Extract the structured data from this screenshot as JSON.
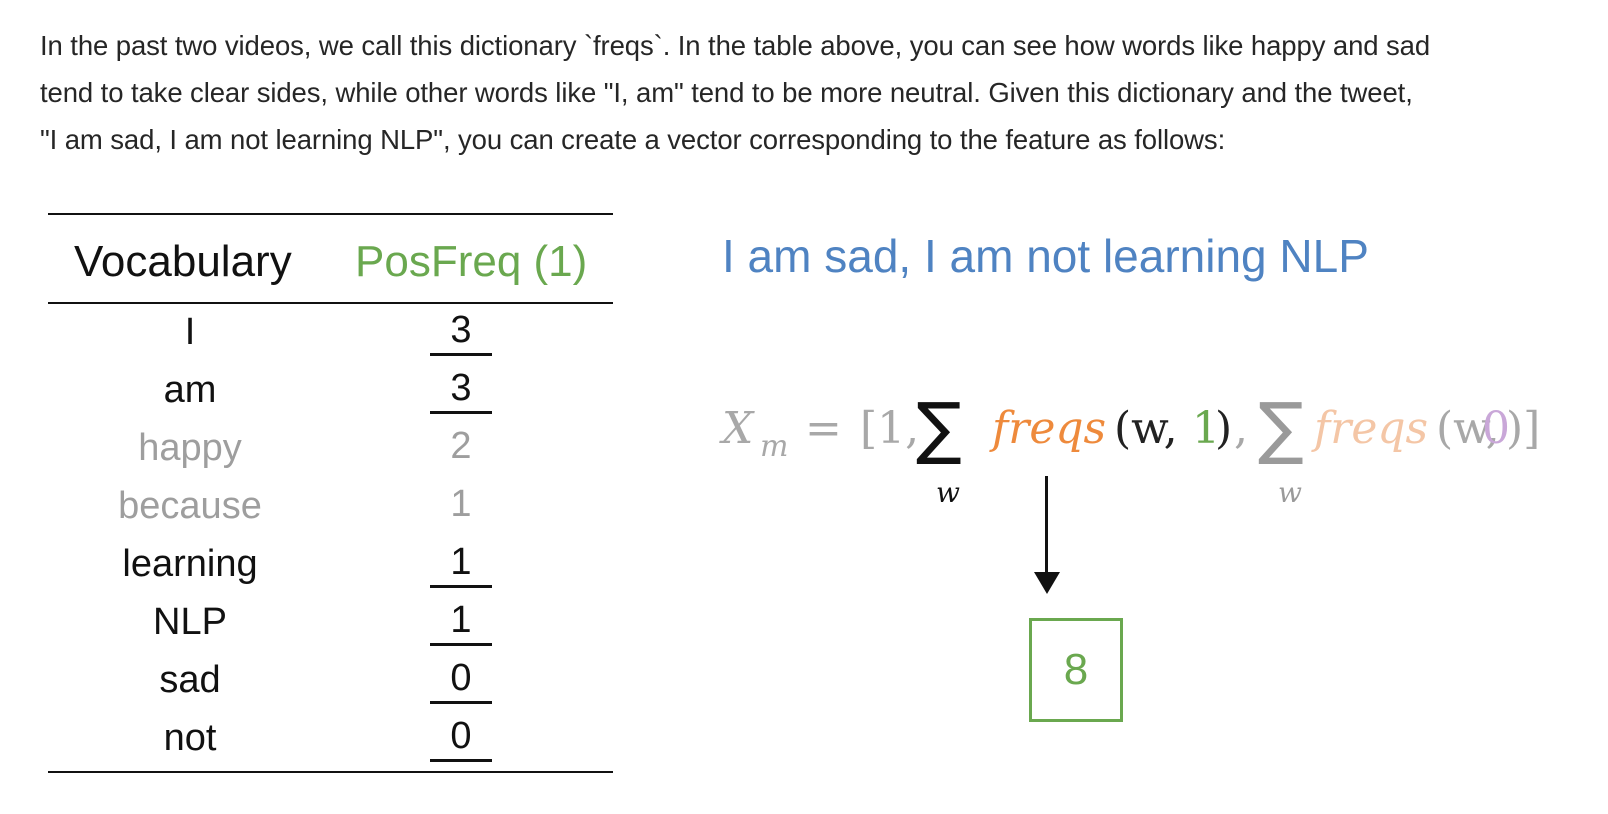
{
  "intro": {
    "line1": "In the past two videos, we call this dictionary `freqs`. In the table above, you can see how words like happy and sad",
    "line2": "tend to take clear sides, while other words like \"I, am\" tend to be more neutral. Given this dictionary and the tweet,",
    "line3": "\"I am sad, I am not learning NLP\", you can create a vector corresponding to the feature as follows:"
  },
  "table": {
    "headers": [
      "Vocabulary",
      "PosFreq (1)"
    ],
    "rows": [
      {
        "word": "I",
        "count": "3",
        "in_tweet": true
      },
      {
        "word": "am",
        "count": "3",
        "in_tweet": true
      },
      {
        "word": "happy",
        "count": "2",
        "in_tweet": false
      },
      {
        "word": "because",
        "count": "1",
        "in_tweet": false
      },
      {
        "word": "learning",
        "count": "1",
        "in_tweet": true
      },
      {
        "word": "NLP",
        "count": "1",
        "in_tweet": true
      },
      {
        "word": "sad",
        "count": "0",
        "in_tweet": true
      },
      {
        "word": "not",
        "count": "0",
        "in_tweet": true
      }
    ]
  },
  "tweet": "I am sad, I am not learning NLP",
  "formula": {
    "x": "X",
    "m": "m",
    "eq": "=",
    "open": "[1,",
    "sum": "∑",
    "w": "w",
    "freqs": "freqs",
    "arg1": "(w,",
    "one": "1",
    "close1": ")",
    "comma": ",",
    "arg2": "(w,",
    "zero": "0",
    "close2": ")]"
  },
  "result": "8",
  "colors": {
    "positive": "#6aa84f",
    "tweet": "#4f83c2",
    "freqs": "#ee8a3c",
    "muted": "#9e9e9e"
  }
}
